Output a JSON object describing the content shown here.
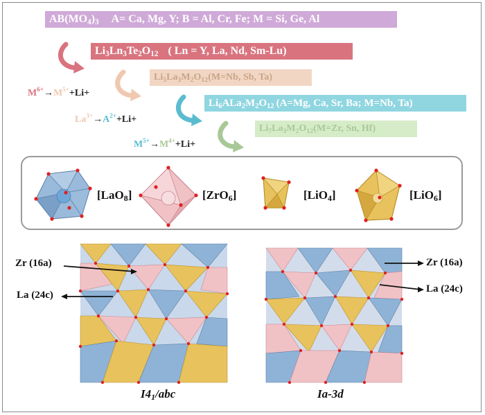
{
  "evolution": [
    {
      "formula": "AB(MO4)3",
      "note": "A= Ca, Mg, Y; B = Al, Cr, Fe; M = Si, Ge, Al"
    },
    {
      "formula": "Li3Ln3Te2O12",
      "note": "( Ln = Y, La, Nd, Sm-Lu)"
    },
    {
      "formula": "Li5La3M2O12",
      "note": "(M=Nb, Sb, Ta)"
    },
    {
      "formula": "Li6ALa2M2O12",
      "note": "(A=Mg, Ca, Sr, Ba; M=Nb, Ta)"
    },
    {
      "formula": "Li7La3M2O12",
      "note": "(M=Zr, Sn, Hf)"
    }
  ],
  "substitutions": [
    {
      "from": "M6+",
      "to": "M5+",
      "plus": "+Li+"
    },
    {
      "from": "La3+",
      "to": "A2+",
      "plus": "+Li+"
    },
    {
      "from": "M5+",
      "to": "M4+",
      "plus": "+Li+"
    }
  ],
  "legend": [
    {
      "label": "[LaO8]",
      "icon": "dodecahedron-icon",
      "color": "#8fb3d6"
    },
    {
      "label": "[ZrO6]",
      "icon": "octahedron-icon",
      "color": "#f0c2c6"
    },
    {
      "label": "[LiO4]",
      "icon": "tetrahedron-icon",
      "color": "#e8c25c"
    },
    {
      "label": "[LiO6]",
      "icon": "octahedron-icon",
      "color": "#e8c25c"
    }
  ],
  "structures": [
    {
      "caption": "I41/abc",
      "labels": [
        "Zr (16a)",
        "La (24c)"
      ]
    },
    {
      "caption": "Ia-3d",
      "labels": [
        "Zr (16a)",
        "La (24c)"
      ]
    }
  ],
  "colors": {
    "blue": "#8fb3d6",
    "pink": "#f0c2c6",
    "yellow": "#e8c25c",
    "oxygen": "#e02020"
  }
}
